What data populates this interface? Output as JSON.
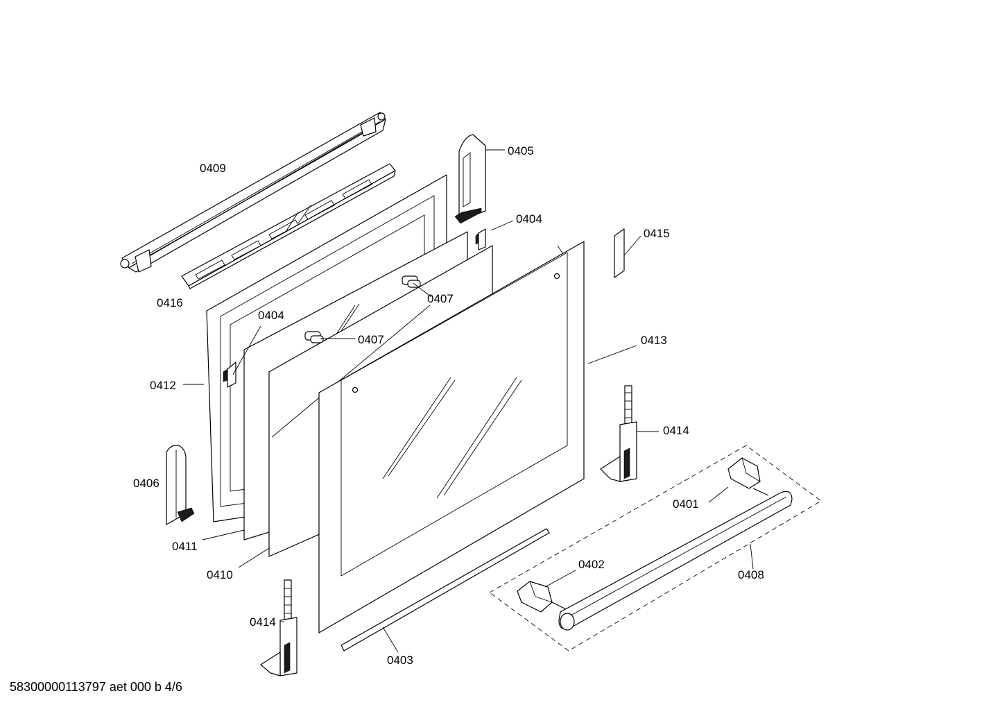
{
  "diagram": {
    "callouts": {
      "c0401": "0401",
      "c0402": "0402",
      "c0403": "0403",
      "c0404a": "0404",
      "c0404b": "0404",
      "c0405": "0405",
      "c0406": "0406",
      "c0407a": "0407",
      "c0407b": "0407",
      "c0408": "0408",
      "c0409": "0409",
      "c0410": "0410",
      "c0411": "0411",
      "c0412": "0412",
      "c0413": "0413",
      "c0414a": "0414",
      "c0414b": "0414",
      "c0415": "0415",
      "c0416": "0416"
    },
    "footer": "58300000113797 aet 000 b 4/6"
  }
}
